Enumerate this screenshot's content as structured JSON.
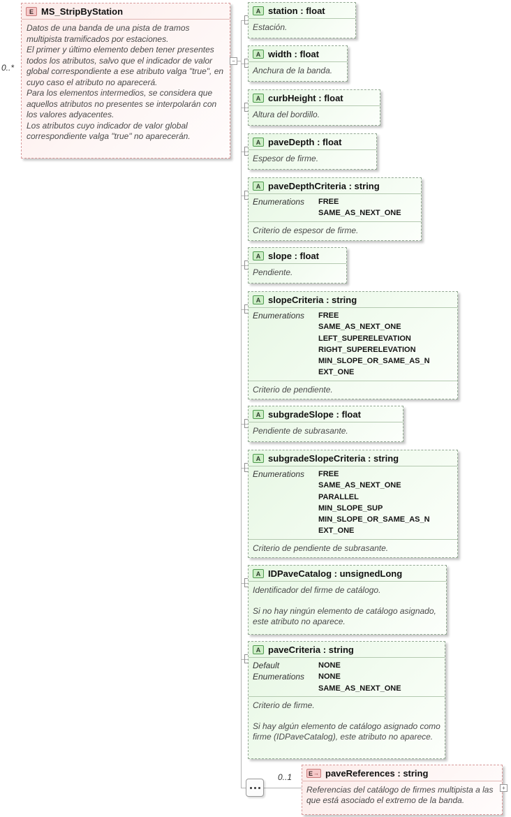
{
  "labels": {
    "type_sep": " : ",
    "enumerations": "Enumerations",
    "default": "Default",
    "attribute_badge": "A",
    "element_badge": "E",
    "element_ref_arrow": "→",
    "collapse": "−",
    "expand": "+"
  },
  "root_element": {
    "name": "MS_StripByStation",
    "cardinality": "0..*",
    "doc": "Datos de una banda de una pista de tramos multipista tramificados por estaciones.\nEl primer y último elemento deben tener presentes todos los atributos, salvo que el indicador de valor global correspondiente a ese atributo valga \"true\", en cuyo caso el atributo no aparecerá.\nPara los elementos intermedios, se considera que aquellos atributos no presentes se interpolarán con los valores adyacentes.\nLos atributos cuyo indicador de valor global correspondiente valga \"true\" no aparecerán."
  },
  "attributes": [
    {
      "name": "station",
      "type": "float",
      "doc": "Estación."
    },
    {
      "name": "width",
      "type": "float",
      "doc": "Anchura de la banda."
    },
    {
      "name": "curbHeight",
      "type": "float",
      "doc": "Altura del bordillo."
    },
    {
      "name": "paveDepth",
      "type": "float",
      "doc": "Espesor de firme."
    },
    {
      "name": "paveDepthCriteria",
      "type": "string",
      "enumerations": "FREE\nSAME_AS_NEXT_ONE",
      "doc": "Criterio de espesor de firme."
    },
    {
      "name": "slope",
      "type": "float",
      "doc": "Pendiente."
    },
    {
      "name": "slopeCriteria",
      "type": "string",
      "enumerations": "FREE\nSAME_AS_NEXT_ONE\nLEFT_SUPERELEVATION\nRIGHT_SUPERELEVATION\nMIN_SLOPE_OR_SAME_AS_NEXT_ONE",
      "doc": "Criterio de pendiente."
    },
    {
      "name": "subgradeSlope",
      "type": "float",
      "doc": "Pendiente de subrasante."
    },
    {
      "name": "subgradeSlopeCriteria",
      "type": "string",
      "enumerations": "FREE\nSAME_AS_NEXT_ONE\nPARALLEL\nMIN_SLOPE_SUP\nMIN_SLOPE_OR_SAME_AS_NEXT_ONE",
      "doc": "Criterio de pendiente de subrasante."
    },
    {
      "name": "IDPaveCatalog",
      "type": "unsignedLong",
      "doc": "Identificador del firme de catálogo.\n\nSi no hay ningún elemento de catálogo asignado, este atributo no aparece."
    },
    {
      "name": "paveCriteria",
      "type": "string",
      "default": "NONE",
      "enumerations": "NONE\nSAME_AS_NEXT_ONE",
      "doc": "Criterio de firme.\n\nSi hay algún elemento de catálogo asignado como firme (IDPaveCatalog), este atributo no aparece."
    }
  ],
  "child_element": {
    "name": "paveReferences",
    "type": "string",
    "cardinality": "0..1",
    "doc": "Referencias del catálogo de firmes multipista a las que está asociado el extremo de la banda."
  }
}
